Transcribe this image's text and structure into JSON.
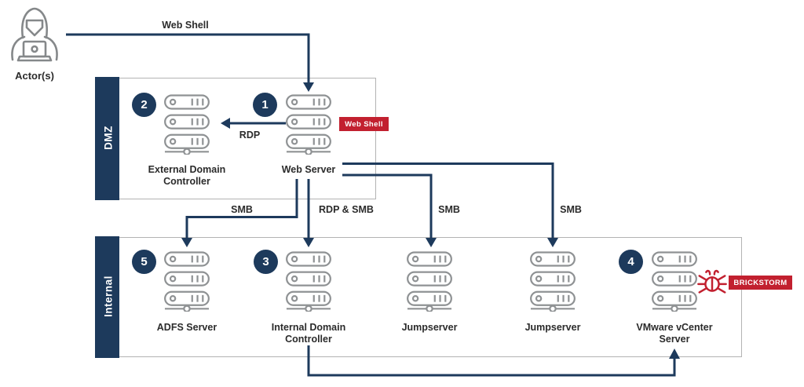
{
  "colors": {
    "navy": "#1d3a5c",
    "red": "#c2202f",
    "box_border_gray": "#b3b3b3",
    "icon_gray": "#8f9294",
    "text": "#2b2b2b"
  },
  "actor": {
    "label": "Actor(s)"
  },
  "zones": [
    {
      "label": "DMZ"
    },
    {
      "label": "Internal"
    }
  ],
  "nodes": [
    {
      "badge": "2",
      "label": "External Domain\nController"
    },
    {
      "badge": "1",
      "label": "Web Server"
    },
    {
      "badge": "5",
      "label": "ADFS Server"
    },
    {
      "badge": "3",
      "label": "Internal Domain\nController"
    },
    {
      "label": "Jumpserver"
    },
    {
      "label": "Jumpserver"
    },
    {
      "badge": "4",
      "label": "VMware vCenter\nServer"
    }
  ],
  "edge_labels": {
    "web_shell": "Web Shell",
    "rdp": "RDP",
    "smb_adfs": "SMB",
    "rdp_smb": "RDP & SMB",
    "smb_jump1": "SMB",
    "smb_jump2": "SMB"
  },
  "badges": {
    "web_shell": "Web Shell",
    "brickstorm": "BRICKSTORM"
  }
}
